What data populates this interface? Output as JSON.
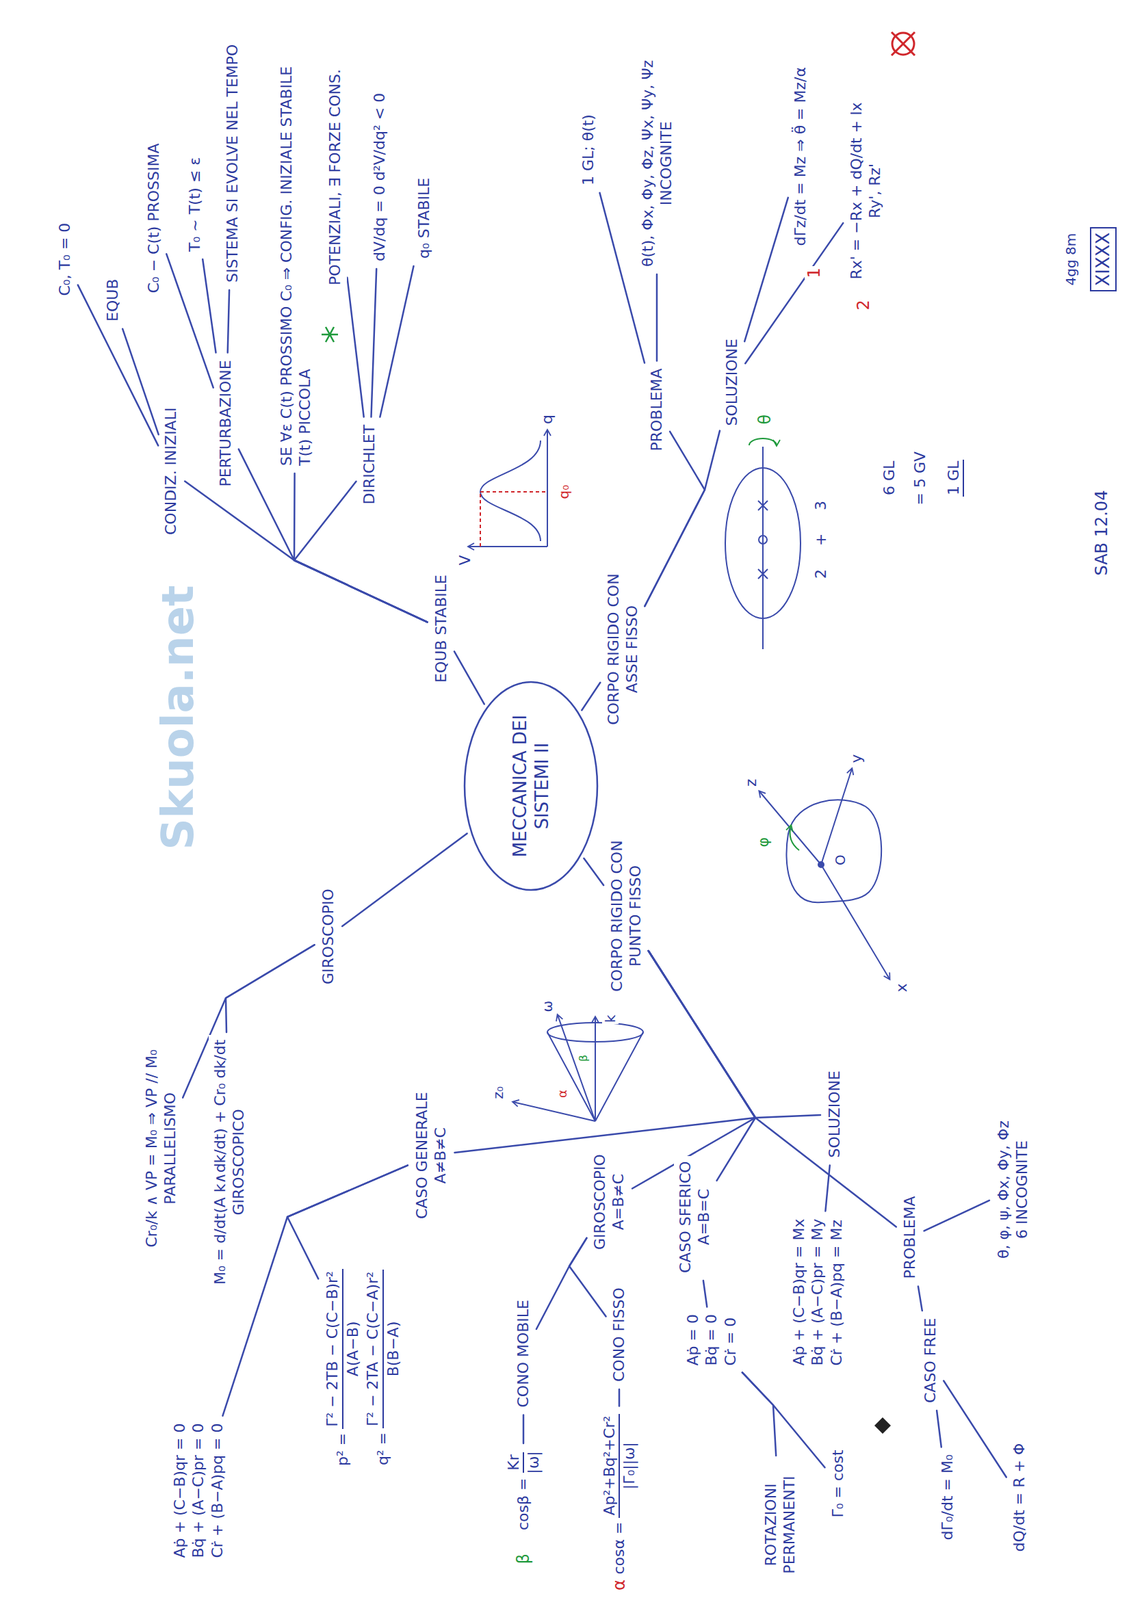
{
  "diagram": {
    "nodes": [
      {
        "text": [
          "MECCANICA DEI SISTEMI II"
        ]
      },
      {
        "text": [
          "EQUB STABILE"
        ]
      },
      {
        "text": [
          "CONDIZ. INIZIALI"
        ]
      },
      {
        "text": [
          "C₀, T₀ = 0"
        ]
      },
      {
        "text": [
          "EQUB"
        ]
      },
      {
        "text": [
          "PERTURBAZIONE"
        ]
      },
      {
        "text": [
          "C₀ − C(t) PROSSIMA"
        ]
      },
      {
        "text": [
          "T₀ ~ T(t) ≤ ε"
        ]
      },
      {
        "text": [
          "SISTEMA SI EVOLVE NEL TEMPO"
        ]
      },
      {
        "text": [
          "SE ∀ε C(t) PROSSIMO C₀ ⇒ CONFIG. INIZIALE STABILE",
          "T(t) PICCOLA"
        ]
      },
      {
        "text": [
          "DIRICHLET"
        ]
      },
      {
        "text": [
          "POTENZIALI, ∃ FORZE CONS."
        ]
      },
      {
        "text": [
          "dV/dq = 0   d²V/dq² < 0"
        ]
      },
      {
        "text": [
          "q₀ STABILE"
        ]
      },
      {
        "text": [
          "CORPO RIGIDO CON ASSE FISSO"
        ]
      },
      {
        "text": [
          "PROBLEMA"
        ]
      },
      {
        "text": [
          "1 GL; θ(t)"
        ]
      },
      {
        "text": [
          "θ(t), Φx, Φy, Φz, Ψx, Ψy, Ψz",
          "INCOGNITE"
        ]
      },
      {
        "text": [
          "SOLUZIONE"
        ]
      },
      {
        "text": [
          "dΓz/dt = Mz ⇒ θ̈ = Mz/α"
        ]
      },
      {
        "text": [
          "Rx' = −Rx + dQ/dt + Ix",
          "Ry', Rz'"
        ]
      },
      {
        "text": [
          "GIROSCOPIO"
        ]
      },
      {
        "text": [
          "Cr₀/k ∧ VP = M₀ ⇒ VP // M₀",
          "PARALLELISMO"
        ]
      },
      {
        "text": [
          "M₀ = d/dt(A k∧dk/dt) + Cr₀ dk/dt",
          "GIROSCOPICO"
        ]
      },
      {
        "text": [
          "CORPO RIGIDO CON PUNTO FISSO"
        ]
      },
      {
        "text": [
          "CASO GENERALE",
          "A≠B≠C"
        ]
      },
      {
        "text": [
          "Aṗ + (C−B)qr = 0",
          "Bq̇ + (A−C)pr = 0",
          "Cṙ + (B−A)pq = 0"
        ]
      },
      {
        "text": [
          "p² =",
          "Γ² − 2TB − C(C−B)r²",
          "A(A−B)",
          "q² =",
          "Γ² − 2TA − C(C−A)r²",
          "B(B−A)"
        ]
      },
      {
        "text": [
          "GIROSCOPIO",
          "A=B≠C"
        ]
      },
      {
        "text": [
          "CONO MOBILE"
        ]
      },
      {
        "text": [
          "cosβ =",
          "Kr",
          "|ω|"
        ]
      },
      {
        "text": [
          "CONO FISSO"
        ]
      },
      {
        "text": [
          "cosα =",
          "Ap²+Bq²+Cr²",
          "|Γ₀||ω|"
        ]
      },
      {
        "text": [
          "CASO SFERICO",
          "A=B=C"
        ]
      },
      {
        "text": [
          "Aṗ = 0",
          "Bq̇ = 0",
          "Cṙ = 0"
        ]
      },
      {
        "text": [
          "ROTAZIONI PERMANENTI"
        ]
      },
      {
        "text": [
          "Γ₀ = cost"
        ]
      },
      {
        "text": [
          "SOLUZIONE"
        ]
      },
      {
        "text": [
          "Aṗ + (C−B)qr = Mx",
          "Bq̇ + (A−C)pr = My",
          "Cṙ + (B−A)pq = Mz"
        ]
      },
      {
        "text": [
          "PROBLEMA"
        ]
      },
      {
        "text": [
          "θ, φ, ψ, Φx, Φy, Φz",
          "6 INCOGNITE"
        ]
      },
      {
        "text": [
          "CASO FREE"
        ]
      },
      {
        "text": [
          "dΓ₀/dt = M₀"
        ]
      },
      {
        "text": [
          "dQ/dt = R + Φ"
        ]
      }
    ],
    "edges": [
      {
        "from": 0,
        "to": 1,
        "arrow": "none"
      },
      {
        "from": 1,
        "to": 2,
        "arrow": "none"
      },
      {
        "from": 2,
        "to": 3,
        "arrow": "none"
      },
      {
        "from": 2,
        "to": 4,
        "arrow": "none"
      },
      {
        "from": 1,
        "to": 5,
        "arrow": "none"
      },
      {
        "from": 5,
        "to": 6,
        "arrow": "none"
      },
      {
        "from": 5,
        "to": 7,
        "arrow": "none"
      },
      {
        "from": 5,
        "to": 8,
        "arrow": "none"
      },
      {
        "from": 1,
        "to": 9,
        "arrow": "none"
      },
      {
        "from": 1,
        "to": 10,
        "arrow": "none"
      },
      {
        "from": 10,
        "to": 11,
        "arrow": "none"
      },
      {
        "from": 10,
        "to": 12,
        "arrow": "none"
      },
      {
        "from": 10,
        "to": 13,
        "arrow": "none"
      },
      {
        "from": 0,
        "to": 14,
        "arrow": "none"
      },
      {
        "from": 14,
        "to": 15,
        "arrow": "none"
      },
      {
        "from": 15,
        "to": 16,
        "arrow": "none"
      },
      {
        "from": 15,
        "to": 17,
        "arrow": "none"
      },
      {
        "from": 14,
        "to": 18,
        "arrow": "none"
      },
      {
        "from": 18,
        "to": 19,
        "arrow": "none"
      },
      {
        "from": 18,
        "to": 20,
        "arrow": "none"
      },
      {
        "from": 0,
        "to": 21,
        "arrow": "none"
      },
      {
        "from": 21,
        "to": 22,
        "arrow": "none"
      },
      {
        "from": 21,
        "to": 23,
        "arrow": "none"
      },
      {
        "from": 0,
        "to": 24,
        "arrow": "none"
      },
      {
        "from": 24,
        "to": 25,
        "arrow": "none"
      },
      {
        "from": 25,
        "to": 26,
        "arrow": "none"
      },
      {
        "from": 25,
        "to": 27,
        "arrow": "none"
      },
      {
        "from": 24,
        "to": 28,
        "arrow": "none"
      },
      {
        "from": 28,
        "to": 29,
        "arrow": "none"
      },
      {
        "from": 29,
        "to": 30,
        "arrow": "none"
      },
      {
        "from": 28,
        "to": 31,
        "arrow": "none"
      },
      {
        "from": 31,
        "to": 32,
        "arrow": "none"
      },
      {
        "from": 24,
        "to": 33,
        "arrow": "none"
      },
      {
        "from": 33,
        "to": 34,
        "arrow": "none"
      },
      {
        "from": 34,
        "to": 35,
        "arrow": "none"
      },
      {
        "from": 34,
        "to": 36,
        "arrow": "none"
      },
      {
        "from": 24,
        "to": 37,
        "arrow": "none"
      },
      {
        "from": 37,
        "to": 38,
        "arrow": "none"
      },
      {
        "from": 24,
        "to": 39,
        "arrow": "none"
      },
      {
        "from": 39,
        "to": 40,
        "arrow": "none"
      },
      {
        "from": 39,
        "to": 41,
        "arrow": "none"
      },
      {
        "from": 41,
        "to": 42,
        "arrow": "none"
      },
      {
        "from": 41,
        "to": 43,
        "arrow": "none"
      }
    ],
    "labels": [
      "V",
      "q",
      "q₀",
      "1",
      "2",
      "2",
      "+",
      "3",
      "6 GL",
      "= 5 GV",
      "1 GL",
      "θ",
      "z",
      "y",
      "x",
      "O",
      "φ",
      "ω",
      "k",
      "z₀",
      "α",
      "β",
      "β",
      "α",
      "SAB 12.04",
      "4gg 8m",
      "XIXXX",
      "Skuola.net"
    ]
  }
}
